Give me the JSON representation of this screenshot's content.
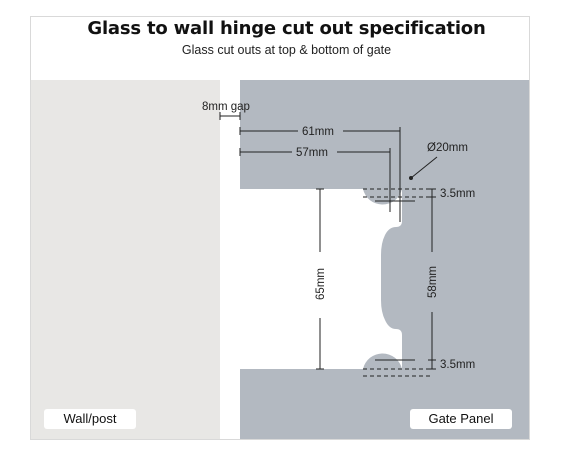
{
  "header": {
    "title": "Glass to wall hinge cut out specification",
    "subtitle": "Glass cut outs at top & bottom of gate"
  },
  "panels": {
    "wall_label": "Wall/post",
    "gate_label": "Gate Panel"
  },
  "dimensions": {
    "gap": "8mm gap",
    "width_outer": "61mm",
    "width_inner": "57mm",
    "hole_diameter": "Ø20mm",
    "offset_top": "3.5mm",
    "offset_bottom": "3.5mm",
    "cutout_height": "65mm",
    "hole_spacing": "58mm"
  },
  "colors": {
    "wall": "#e8e7e5",
    "gate": "#b3b9c1",
    "line": "#222222"
  }
}
